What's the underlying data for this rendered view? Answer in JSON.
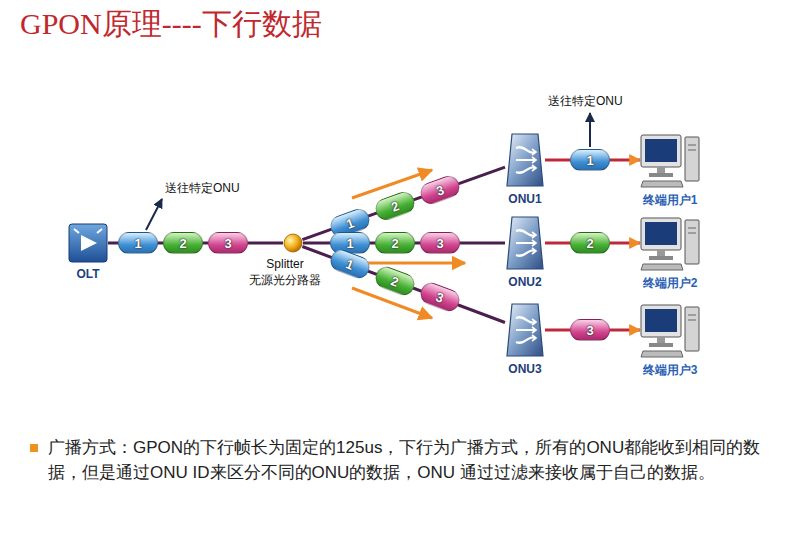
{
  "diagram": {
    "title": "GPON原理----下行数据",
    "nodes": [
      {
        "text": [
          "OLT"
        ]
      },
      {
        "text": [
          "1"
        ]
      },
      {
        "text": [
          "2"
        ]
      },
      {
        "text": [
          "3"
        ]
      },
      {
        "text": [
          "Splitter",
          "无源光分路器"
        ]
      },
      {
        "text": [
          "1"
        ]
      },
      {
        "text": [
          "2"
        ]
      },
      {
        "text": [
          "3"
        ]
      },
      {
        "text": [
          "1"
        ]
      },
      {
        "text": [
          "2"
        ]
      },
      {
        "text": [
          "3"
        ]
      },
      {
        "text": [
          "1"
        ]
      },
      {
        "text": [
          "2"
        ]
      },
      {
        "text": [
          "3"
        ]
      },
      {
        "text": [
          "ONU1"
        ]
      },
      {
        "text": [
          "ONU2"
        ]
      },
      {
        "text": [
          "ONU3"
        ]
      },
      {
        "text": [
          "1"
        ]
      },
      {
        "text": [
          "2"
        ]
      },
      {
        "text": [
          "3"
        ]
      },
      {
        "text": [
          "终端用户1"
        ]
      },
      {
        "text": [
          "终端用户2"
        ]
      },
      {
        "text": [
          "终端用户3"
        ]
      }
    ],
    "edges": [
      {
        "from": 0,
        "to": 4,
        "arrow": "none"
      },
      {
        "from": 4,
        "to": 14,
        "arrow": "none"
      },
      {
        "from": 4,
        "to": 15,
        "arrow": "none"
      },
      {
        "from": 4,
        "to": 16,
        "arrow": "none"
      },
      {
        "from": 14,
        "to": 20,
        "arrow": "to"
      },
      {
        "from": 15,
        "to": 21,
        "arrow": "to"
      },
      {
        "from": 16,
        "to": 22,
        "arrow": "to"
      }
    ],
    "labels": [
      "送往特定ONU",
      "送往特定ONU",
      "广播方式：GPON的下行帧长为固定的125us，下行为广播方式，所有的ONU都能收到相同的数据，但是通过ONU ID来区分不同的ONU的数据，ONU 通过过滤来接收属于自己的数据。"
    ]
  }
}
